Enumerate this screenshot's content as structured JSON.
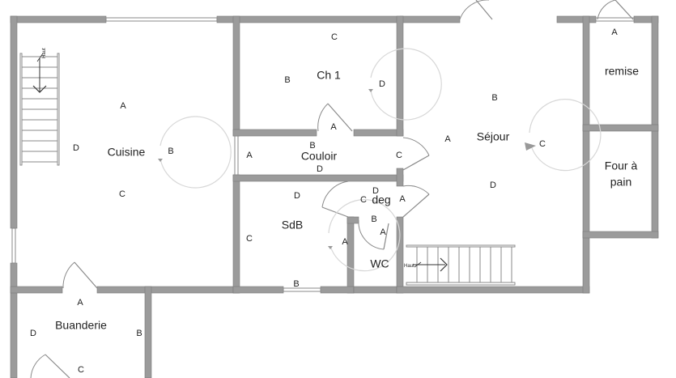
{
  "rooms": {
    "cuisine": "Cuisine",
    "ch1": "Ch 1",
    "couloir": "Couloir",
    "sejour": "Séjour",
    "remise": "remise",
    "four_line1": "Four à",
    "four_line2": "pain",
    "deg": "deg",
    "sdb": "SdB",
    "wc": "WC",
    "buanderie": "Buanderie"
  },
  "wall_markers": {
    "a": "A",
    "b": "B",
    "c": "C",
    "d": "D"
  },
  "stairs": {
    "up_label": "Haut"
  }
}
